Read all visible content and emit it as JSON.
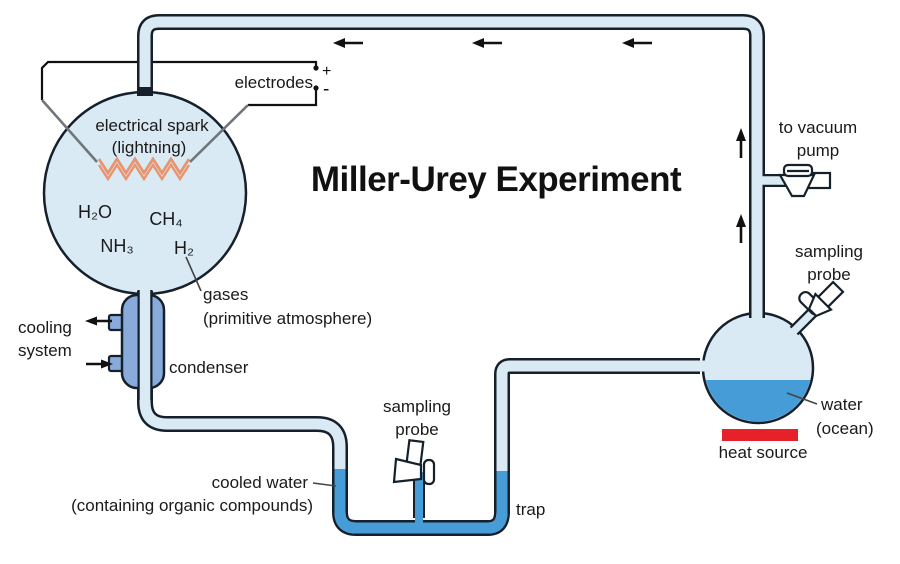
{
  "diagram": {
    "title": "Miller-Urey Experiment",
    "electrodes": {
      "label": "electrodes",
      "plus": "+",
      "minus": "-"
    },
    "flask_atmosphere": {
      "spark_line1": "electrical spark",
      "spark_line2": "(lightning)",
      "gases": [
        "H₂O",
        "CH₄",
        "NH₃",
        "H₂"
      ],
      "gases_label_line1": "gases",
      "gases_label_line2": "(primitive atmosphere)"
    },
    "condenser": {
      "label": "condenser",
      "cooling_line1": "cooling",
      "cooling_line2": "system"
    },
    "trap": {
      "label": "trap",
      "probe_line1": "sampling",
      "probe_line2": "probe",
      "cooled_line1": "cooled water",
      "cooled_line2": "(containing organic compounds)"
    },
    "vacuum": {
      "line1": "to vacuum",
      "line2": "pump"
    },
    "flask_ocean": {
      "probe_line1": "sampling",
      "probe_line2": "probe",
      "water_line1": "water",
      "water_line2": "(ocean)",
      "heat_label": "heat source"
    }
  },
  "colors": {
    "outline": "#15202b",
    "pipe_fill": "#daeaf5",
    "flask_fill": "#daeaf5",
    "liquid": "#459cd6",
    "condenser": "#88abdc",
    "heat": "#e6212a",
    "spark": "#e8946e",
    "wire": "#70757d",
    "text": "#1a1a1a"
  }
}
